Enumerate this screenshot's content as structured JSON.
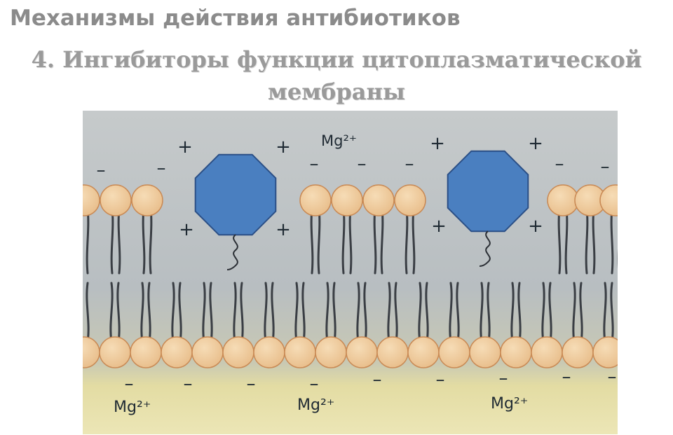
{
  "header": {
    "title": "Механизмы действия антибиотиков",
    "subtitle_line1": "4. Ингибиторы функции цитоплазматической",
    "subtitle_line2": "мембраны"
  },
  "diagram": {
    "ion_labels": {
      "top": "Mg²⁺",
      "bottom_left": "Mg²⁺",
      "bottom_middle": "Mg²⁺",
      "bottom_right": "Mg²⁺"
    },
    "plus_sign": "+",
    "minus_sign": "–",
    "colors": {
      "background_top": "#c4c8c9",
      "background_middle": "#b9bfc2",
      "background_bottom": "#e7e1a8",
      "lipid_head": "#efc99a",
      "lipid_head_stroke": "#c98a55",
      "lipid_tail": "#3a3e44",
      "antibiotic_fill": "#4a7fc0",
      "antibiotic_stroke": "#2b4f86"
    }
  }
}
